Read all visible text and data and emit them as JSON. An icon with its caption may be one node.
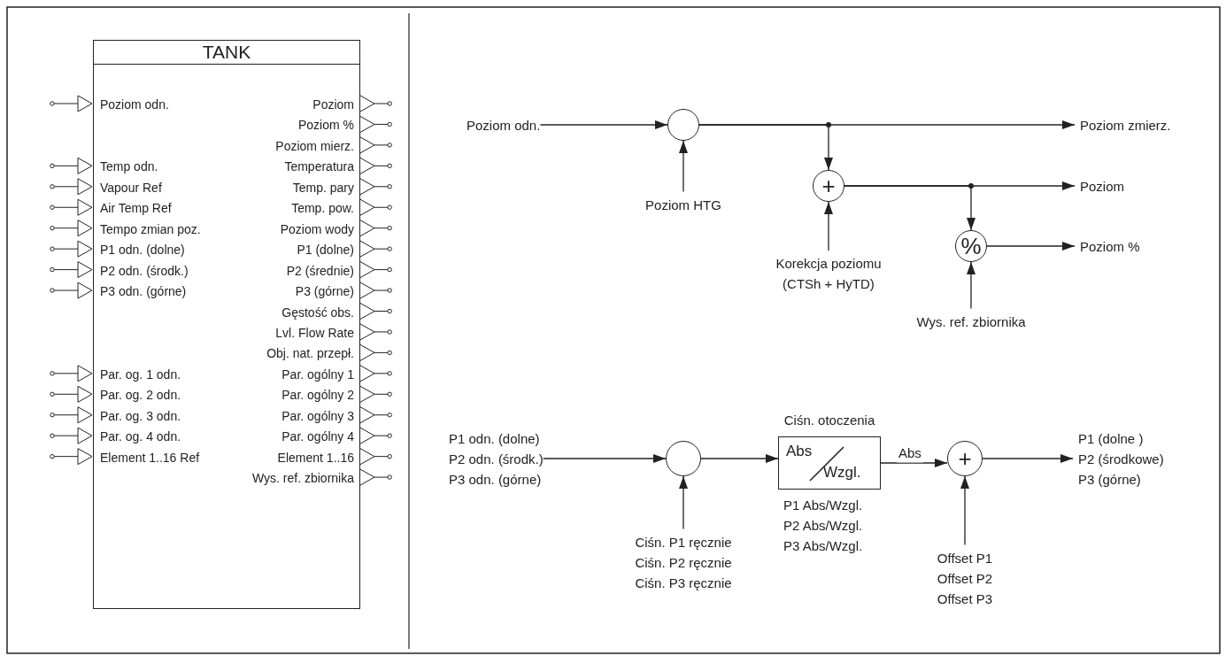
{
  "diagram": {
    "nodes": [
      {
        "text": [
          "TANK",
          "Poziom odn.",
          "Poziom",
          "Poziom %",
          "Poziom mierz.",
          "Temp odn.",
          "Temperatura",
          "Vapour Ref",
          "Temp. pary",
          "Air Temp Ref",
          "Temp. pow.",
          "Tempo zmian poz.",
          "Poziom wody",
          "P1 odn. (dolne)",
          "P1 (dolne)",
          "P2 odn. (środk.)",
          "P2 (średnie)",
          "P3 odn. (górne)",
          "P3 (górne)",
          "Gęstość obs.",
          "Lvl. Flow Rate",
          "Obj. nat. przepł.",
          "Par. og. 1 odn.",
          "Par. ogólny 1",
          "Par. og. 2 odn.",
          "Par. ogólny 2",
          "Par. og. 3 odn.",
          "Par. ogólny 3",
          "Par. og. 4 odn.",
          "Par. ogólny 4",
          "Element 1..16 Ref",
          "Element 1..16",
          "Wys. ref. zbiornika"
        ]
      },
      {
        "text": [
          "Poziom odn."
        ]
      },
      {
        "text": [],
        "shape": "circle"
      },
      {
        "text": [
          "Poziom HTG"
        ]
      },
      {
        "text": [
          "Poziom zmierz."
        ]
      },
      {
        "text": [
          "+"
        ]
      },
      {
        "text": [
          "Korekcja poziomu (CTSh + HyTD)"
        ]
      },
      {
        "text": [
          "Poziom"
        ]
      },
      {
        "text": [
          "%"
        ]
      },
      {
        "text": [
          "Poziom %"
        ]
      },
      {
        "text": [
          "Wys. ref. zbiornika"
        ]
      },
      {
        "text": [
          "P1 odn. (dolne)",
          "P2 odn. (środk.)",
          "P3 odn. (górne)"
        ]
      },
      {
        "text": [],
        "shape": "circle"
      },
      {
        "text": [
          "Ciśn. P1 ręcznie",
          "Ciśn. P2 ręcznie",
          "Ciśn. P3 ręcznie"
        ]
      },
      {
        "text": [
          "Abs",
          "Wzgl."
        ],
        "beside": [
          "Ciśn. otoczenia",
          "P1 Abs/Wzgl.",
          "P2 Abs/Wzgl.",
          "P3 Abs/Wzgl."
        ]
      },
      {
        "text": [
          "+"
        ]
      },
      {
        "text": [
          "Offset P1",
          "Offset P2",
          "Offset P3"
        ]
      },
      {
        "text": [
          "P1 (dolne )",
          "P2 (środkowe)",
          "P3 (górne)"
        ]
      }
    ],
    "edges": [
      {
        "from": 1,
        "to": 2,
        "arrow": "to"
      },
      {
        "from": 3,
        "to": 2,
        "arrow": "to"
      },
      {
        "from": 2,
        "to": 4,
        "arrow": "to"
      },
      {
        "from": 2,
        "to": 5,
        "arrow": "to"
      },
      {
        "from": 6,
        "to": 5,
        "arrow": "to"
      },
      {
        "from": 5,
        "to": 7,
        "arrow": "to"
      },
      {
        "from": 5,
        "to": 8,
        "arrow": "to"
      },
      {
        "from": 10,
        "to": 8,
        "arrow": "to"
      },
      {
        "from": 8,
        "to": 9,
        "arrow": "to"
      },
      {
        "from": 11,
        "to": 12,
        "arrow": "to"
      },
      {
        "from": 13,
        "to": 12,
        "arrow": "to"
      },
      {
        "from": 12,
        "to": 14,
        "arrow": "to"
      },
      {
        "from": 14,
        "to": 15,
        "arrow": "to",
        "label": "Abs"
      },
      {
        "from": 16,
        "to": 15,
        "arrow": "to"
      },
      {
        "from": 15,
        "to": 17,
        "arrow": "to"
      }
    ]
  }
}
